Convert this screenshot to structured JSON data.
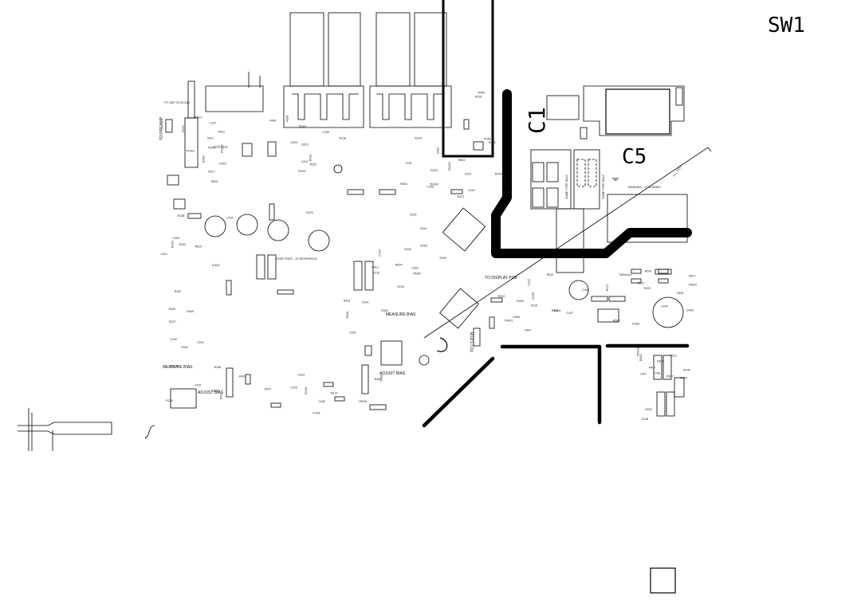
{
  "labels": {
    "sw1": "SW1",
    "c1": "C1",
    "c5": "C5"
  },
  "notes": {
    "to_preamp": "TO PREAMP",
    "star_point": "STAR POINT - 0V REFERENCE",
    "adjust_bias_left": "ADJUST BIAS",
    "measure_bias_left": "MEASURE BIAS",
    "measure_bias_mid": "MEASURE BIAS",
    "adjust_bias_mid": "ADJUST BIAS",
    "to_display_pcb": "TO DISPLAY PCB",
    "to_lcp": "TO LT PCB",
    "warning_mains": "WARNING - LIVE MAINS",
    "pll_test": "PLL TEST",
    "preamp_note": "FIT JMP TO 5V/15V",
    "t500": "T500mA/L",
    "same_type_only_1": "SAME TYPE ONLY",
    "same_type_only_2": "SAME TYPE ONLY"
  },
  "refs": [
    "R202",
    "R203",
    "R204",
    "R205",
    "C206",
    "C207",
    "R210",
    "R211",
    "C212",
    "R214",
    "R215",
    "C216",
    "R217",
    "R218",
    "C219",
    "R220",
    "R221",
    "C222",
    "R223",
    "R224",
    "C225",
    "R226",
    "R227",
    "C228",
    "R229",
    "R230",
    "C231",
    "R232",
    "R233",
    "C234",
    "R235",
    "R236",
    "C237",
    "R238",
    "R239",
    "C240",
    "R241",
    "R242",
    "C243",
    "R244",
    "R245",
    "C246",
    "R247",
    "R248",
    "C249",
    "R250",
    "R251",
    "C252",
    "R253",
    "R254",
    "TR201",
    "TR202",
    "TR203",
    "TR204",
    "D205",
    "D206",
    "L207",
    "R401",
    "R402",
    "C403",
    "R404",
    "R405",
    "C406",
    "R407",
    "R408",
    "C409",
    "R410",
    "R411",
    "C412",
    "R413",
    "R414",
    "C415",
    "R416",
    "R417",
    "C418",
    "R419",
    "R420",
    "C421",
    "R422",
    "R423",
    "C424",
    "R425",
    "R426",
    "C427",
    "R428",
    "R429",
    "C430",
    "R431",
    "R432",
    "C433",
    "TR401",
    "TR402",
    "TR403",
    "TR404",
    "D405",
    "D406",
    "L407",
    "IC401",
    "IC402",
    "PL401",
    "R600",
    "R601",
    "C602",
    "R603",
    "R604",
    "C605",
    "R606",
    "R607",
    "C608",
    "R609",
    "R610",
    "C611",
    "D612",
    "D613",
    "IC614",
    "RL615",
    "C616",
    "R617",
    "R618",
    "C619",
    "SK620",
    "SK621",
    "PL622",
    "C623",
    "R624",
    "C625",
    "R626",
    "R627",
    "C628",
    "D629"
  ]
}
